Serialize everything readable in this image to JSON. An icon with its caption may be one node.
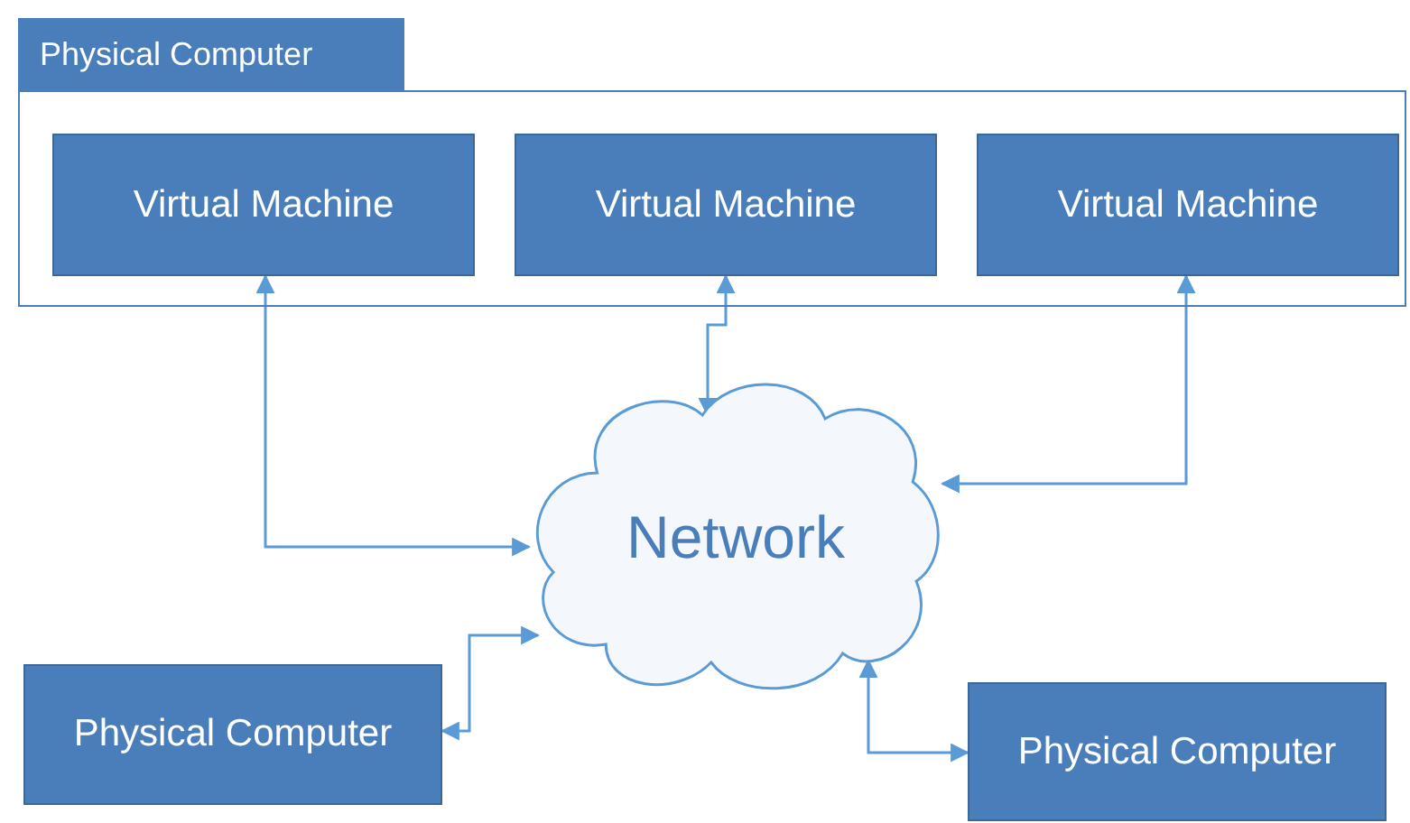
{
  "diagram": {
    "nodes": [
      {
        "text": [
          "Physical Computer"
        ]
      },
      {
        "text": [
          "Virtual Machine"
        ],
        "in": 0
      },
      {
        "text": [
          "Virtual Machine"
        ],
        "in": 0
      },
      {
        "text": [
          "Virtual Machine"
        ],
        "in": 0
      },
      {
        "text": [
          "Network"
        ]
      },
      {
        "text": [
          "Physical Computer"
        ]
      },
      {
        "text": [
          "Physical Computer"
        ]
      }
    ],
    "edges": [
      {
        "from": 1,
        "to": 4,
        "arrow": "both"
      },
      {
        "from": 2,
        "to": 4,
        "arrow": "both"
      },
      {
        "from": 3,
        "to": 4,
        "arrow": "both"
      },
      {
        "from": 5,
        "to": 4,
        "arrow": "both"
      },
      {
        "from": 4,
        "to": 6,
        "arrow": "both"
      }
    ]
  }
}
